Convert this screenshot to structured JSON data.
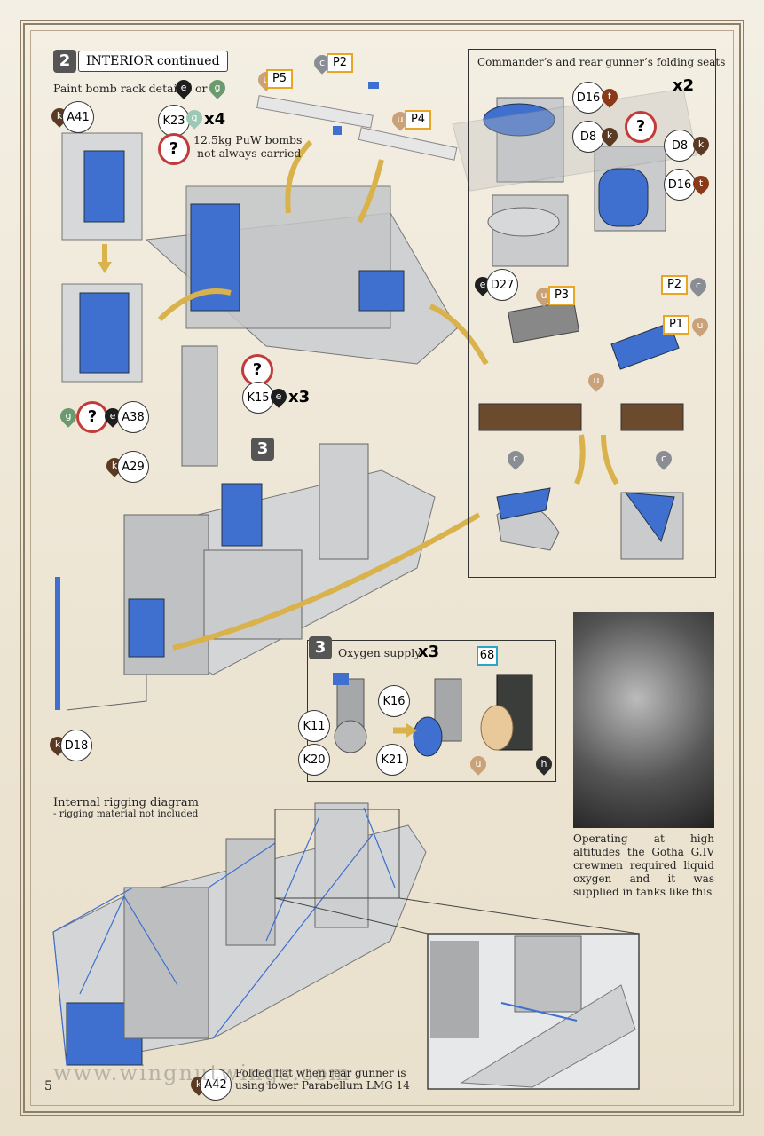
{
  "page_number": "5",
  "step2": {
    "number": "2",
    "title": "INTERIOR continued",
    "paint_note": "Paint bomb rack details",
    "or": "or",
    "bombs_note_1": "12.5kg PuW bombs",
    "bombs_note_2": "not always carried"
  },
  "step3": {
    "number": "3",
    "title": "Oxygen supply",
    "multiplier": "x3"
  },
  "step3_marker": "3",
  "seats_panel": {
    "title": "Commander’s and rear gunner’s folding seats",
    "multiplier": "x2"
  },
  "parts": {
    "A41": "A41",
    "K23": "K23",
    "A38": "A38",
    "K15": "K15",
    "A29": "A29",
    "D18": "D18",
    "D16": "D16",
    "D8": "D8",
    "D27": "D27",
    "K11": "K11",
    "K16": "K16",
    "K20": "K20",
    "K21": "K21",
    "A42": "A42"
  },
  "etch": {
    "P1": "P1",
    "P2": "P2",
    "P3": "P3",
    "P4": "P4",
    "P5": "P5",
    "n68": "68"
  },
  "multipliers": {
    "k23": "x4",
    "k15": "x3"
  },
  "colors": {
    "e": "e",
    "g": "g",
    "k": "k",
    "q": "q",
    "t": "t",
    "u": "u",
    "c": "c",
    "h": "h"
  },
  "color_hex": {
    "e": "#1e1e1e",
    "g": "#6b9a6e",
    "k": "#5a3a22",
    "q": "#9cc8b8",
    "t": "#8a3a18",
    "u": "#c9a27a",
    "c": "#8a8e94",
    "h": "#2a2a2a"
  },
  "rigging": {
    "title": "Internal rigging diagram",
    "note": "- rigging material not included"
  },
  "photo_caption": "Operating at high altitudes the Gotha G.IV crewmen required liquid oxygen and it was supplied in tanks like this",
  "folded_note_1": "Folded flat when rear gunner is",
  "folded_note_2": "using lower Parabellum LMG 14",
  "watermark": "www.wingnutwings.com"
}
